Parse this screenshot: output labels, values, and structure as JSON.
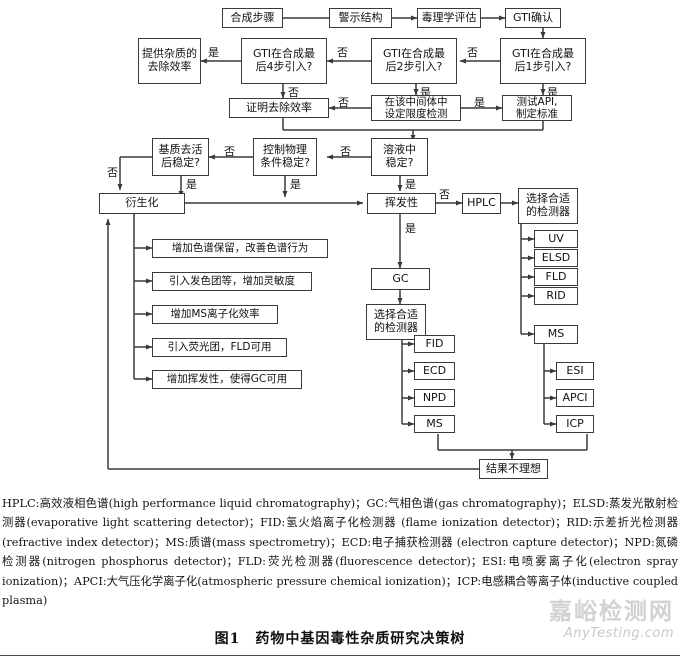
{
  "figure": {
    "title": "图1　药物中基因毒性杂质研究决策树",
    "domain": "flowchart"
  },
  "nodes": {
    "synthesis_steps": "合成步骤",
    "alert_structure": "警示结构",
    "tox_assessment": "毒理学评估",
    "gti_confirm": "GTI确认",
    "gti_last1": "GTI在合成最\n后1步引入?",
    "gti_last2": "GTI在合成最\n后2步引入?",
    "gti_last4": "GTI在合成最\n后4步引入?",
    "provide_removal": "提供杂质的\n去除效率",
    "prove_removal": "证明去除效率",
    "set_limit_intermediate": "在该中间体中\n设定限度检测",
    "test_api": "测试API,\n制定标准",
    "stable_in_solution": "溶液中\n稳定?",
    "stable_phys_cond": "控制物理\n条件稳定?",
    "stable_after_matrix": "基质去活\n后稳定?",
    "derivatization": "衍生化",
    "volatility": "挥发性",
    "hplc": "HPLC",
    "gc": "GC",
    "choose_detector_hplc": "选择合适\n的检测器",
    "choose_detector_gc": "选择合适\n的检测器",
    "result_unsatisfactory": "结果不理想",
    "deriv_1": "增加色谱保留，改善色谱行为",
    "deriv_2": "引入发色团等，增加灵敏度",
    "deriv_3": "增加MS离子化效率",
    "deriv_4": "引入荧光团，FLD可用",
    "deriv_5": "增加挥发性，使得GC可用",
    "det_uv": "UV",
    "det_elsd": "ELSD",
    "det_fld": "FLD",
    "det_rid": "RID",
    "det_ms_hplc": "MS",
    "det_fid": "FID",
    "det_ecd": "ECD",
    "det_npd": "NPD",
    "det_ms_gc": "MS",
    "ion_esi": "ESI",
    "ion_apci": "APCI",
    "ion_icp": "ICP"
  },
  "edge_labels": {
    "yes": "是",
    "no": "否",
    "gti1_no": "否",
    "gti1_yes": "是",
    "gti2_no": "否",
    "gti2_yes": "是",
    "gti4_yes": "是",
    "gti4_no": "否",
    "limit_no": "否",
    "limit_yes": "是",
    "solution_no": "否",
    "solution_yes": "是",
    "phys_no": "否",
    "phys_yes": "是",
    "matrix_no": "否",
    "matrix_yes": "是",
    "volatile_no": "否",
    "volatile_yes": "是"
  },
  "abbreviations": [
    {
      "abbr": "HPLC",
      "cn": "高效液相色谱",
      "en": "high performance liquid chromatography"
    },
    {
      "abbr": "GC",
      "cn": "气相色谱",
      "en": "gas chromatography"
    },
    {
      "abbr": "ELSD",
      "cn": "蒸发光散射检测器",
      "en": "evaporative light scattering detector"
    },
    {
      "abbr": "FID",
      "cn": "氢火焰离子化检测器",
      "en": "flame ionization detector"
    },
    {
      "abbr": "RID",
      "cn": "示差折光检测器",
      "en": "refractive index detector"
    },
    {
      "abbr": "MS",
      "cn": "质谱",
      "en": "mass spectrometry"
    },
    {
      "abbr": "ECD",
      "cn": "电子捕获检测器",
      "en": "electron capture detector"
    },
    {
      "abbr": "NPD",
      "cn": "氮磷检测器",
      "en": "nitrogen phosphorus detector"
    },
    {
      "abbr": "FLD",
      "cn": "荧光检测器",
      "en": "fluorescence detector"
    },
    {
      "abbr": "ESI",
      "cn": "电喷雾离子化",
      "en": "electron spray ionization"
    },
    {
      "abbr": "APCI",
      "cn": "大气压化学离子化",
      "en": "atmospheric pressure chemical ionization"
    },
    {
      "abbr": "ICP",
      "cn": "电感耦合等离子体",
      "en": "inductive coupled plasma"
    }
  ],
  "legend_text": "HPLC:高效液相色谱(high performance liquid chromatography)；GC:气相色谱(gas chromatography)；ELSD:蒸发光散射检测器(evaporative light scattering detector)；FID:氢火焰离子化检测器 (flame ionization detector)；RID:示差折光检测器(refractive index detector)；MS:质谱(mass spectrometry)；ECD:电子捕获检测器 (electron capture detector)；NPD:氮磷检测器(nitrogen phosphorus detector)；FLD:荧光检测器(fluorescence detector)；ESI:电喷雾离子化(electron spray ionization)；APCI:大气压化学离子化(atmospheric pressure chemical ionization)；ICP:电感耦合等离子体(inductive coupled plasma)",
  "watermark": {
    "line1": "嘉峪检测网",
    "line2": "AnyTesting.com"
  },
  "colors": {
    "stroke": "#3a3a3a",
    "text": "#111111",
    "background": "#ffffff"
  }
}
